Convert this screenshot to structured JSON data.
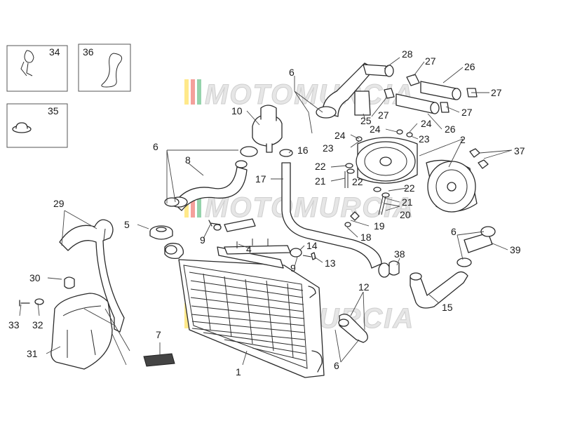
{
  "watermark": {
    "text": "MOTOMURCIA",
    "stripe_colors": [
      "#ffd400",
      "#e63027",
      "#1aa04b"
    ]
  },
  "callouts": {
    "n1": "1",
    "n2": "2",
    "n4": "4",
    "n5": "5",
    "n6": "6",
    "n7": "7",
    "n8": "8",
    "n9": "9",
    "n10": "10",
    "n12": "12",
    "n13": "13",
    "n14": "14",
    "n15": "15",
    "n16": "16",
    "n17": "17",
    "n18": "18",
    "n19": "19",
    "n20": "20",
    "n21": "21",
    "n22": "22",
    "n23": "23",
    "n24": "24",
    "n25": "25",
    "n26": "26",
    "n27": "27",
    "n28": "28",
    "n29": "29",
    "n30": "30",
    "n31": "31",
    "n32": "32",
    "n33": "33",
    "n34": "34",
    "n35": "35",
    "n36": "36",
    "n37": "37",
    "n38": "38",
    "n39": "39"
  }
}
